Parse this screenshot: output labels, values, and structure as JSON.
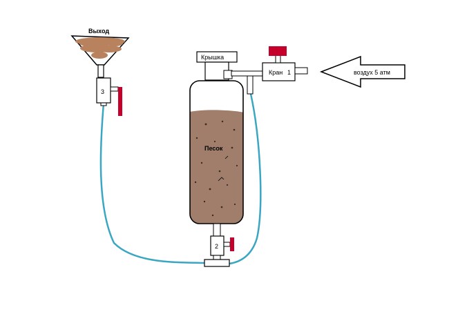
{
  "labels": {
    "output": "Выход",
    "lid": "Крышка",
    "valve": "Кран",
    "valve1_number": "1",
    "air": "воздух  5 атм",
    "sand": "Песок",
    "valve2_number": "2",
    "valve3_number": "3"
  },
  "colors": {
    "outline": "#000000",
    "background": "#ffffff",
    "sand": "#a07e6b",
    "sand_grain": "#3b2a20",
    "hose": "#3aa6c2",
    "handle": "#c5002a",
    "funnel_sand": "#b9825e"
  }
}
